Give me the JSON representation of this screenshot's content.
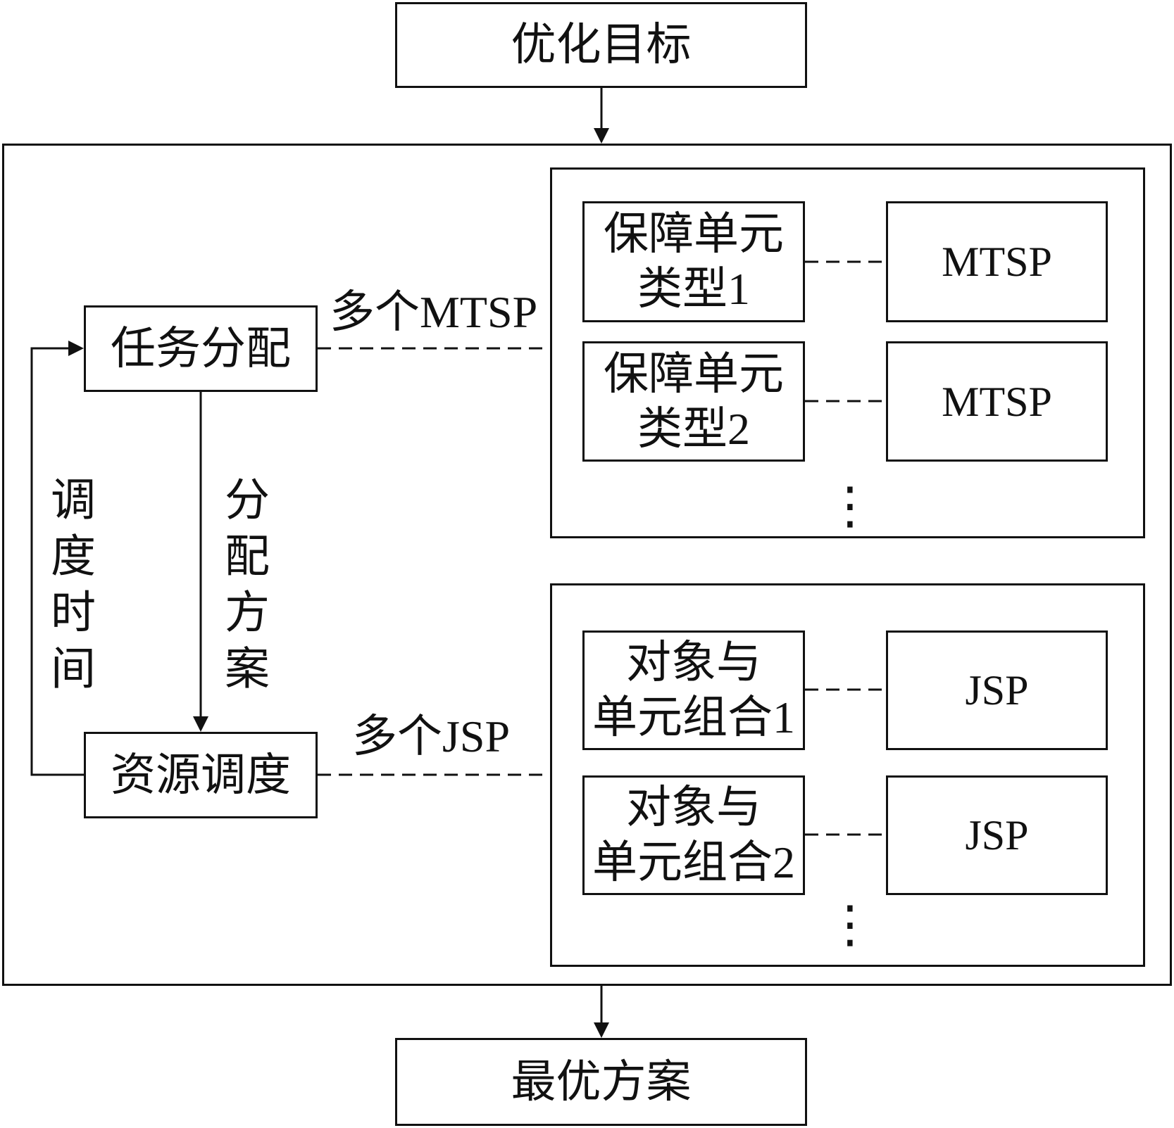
{
  "nodes": {
    "objective": "优化目标",
    "task_allocation": "任务分配",
    "resource_scheduling": "资源调度",
    "optimal_solution": "最优方案"
  },
  "edge_labels": {
    "allocation_plan": "分配方案",
    "scheduling_time": "调度时间",
    "multi_mtsp": "多个MTSP",
    "multi_jsp": "多个JSP"
  },
  "mtsp_group": {
    "rows": [
      {
        "unit_line1": "保障单元",
        "unit_line2": "类型1",
        "problem": "MTSP"
      },
      {
        "unit_line1": "保障单元",
        "unit_line2": "类型2",
        "problem": "MTSP"
      }
    ],
    "more": "⋮"
  },
  "jsp_group": {
    "rows": [
      {
        "unit_line1": "对象与",
        "unit_line2": "单元组合1",
        "problem": "JSP"
      },
      {
        "unit_line1": "对象与",
        "unit_line2": "单元组合2",
        "problem": "JSP"
      }
    ],
    "more": "⋮"
  }
}
